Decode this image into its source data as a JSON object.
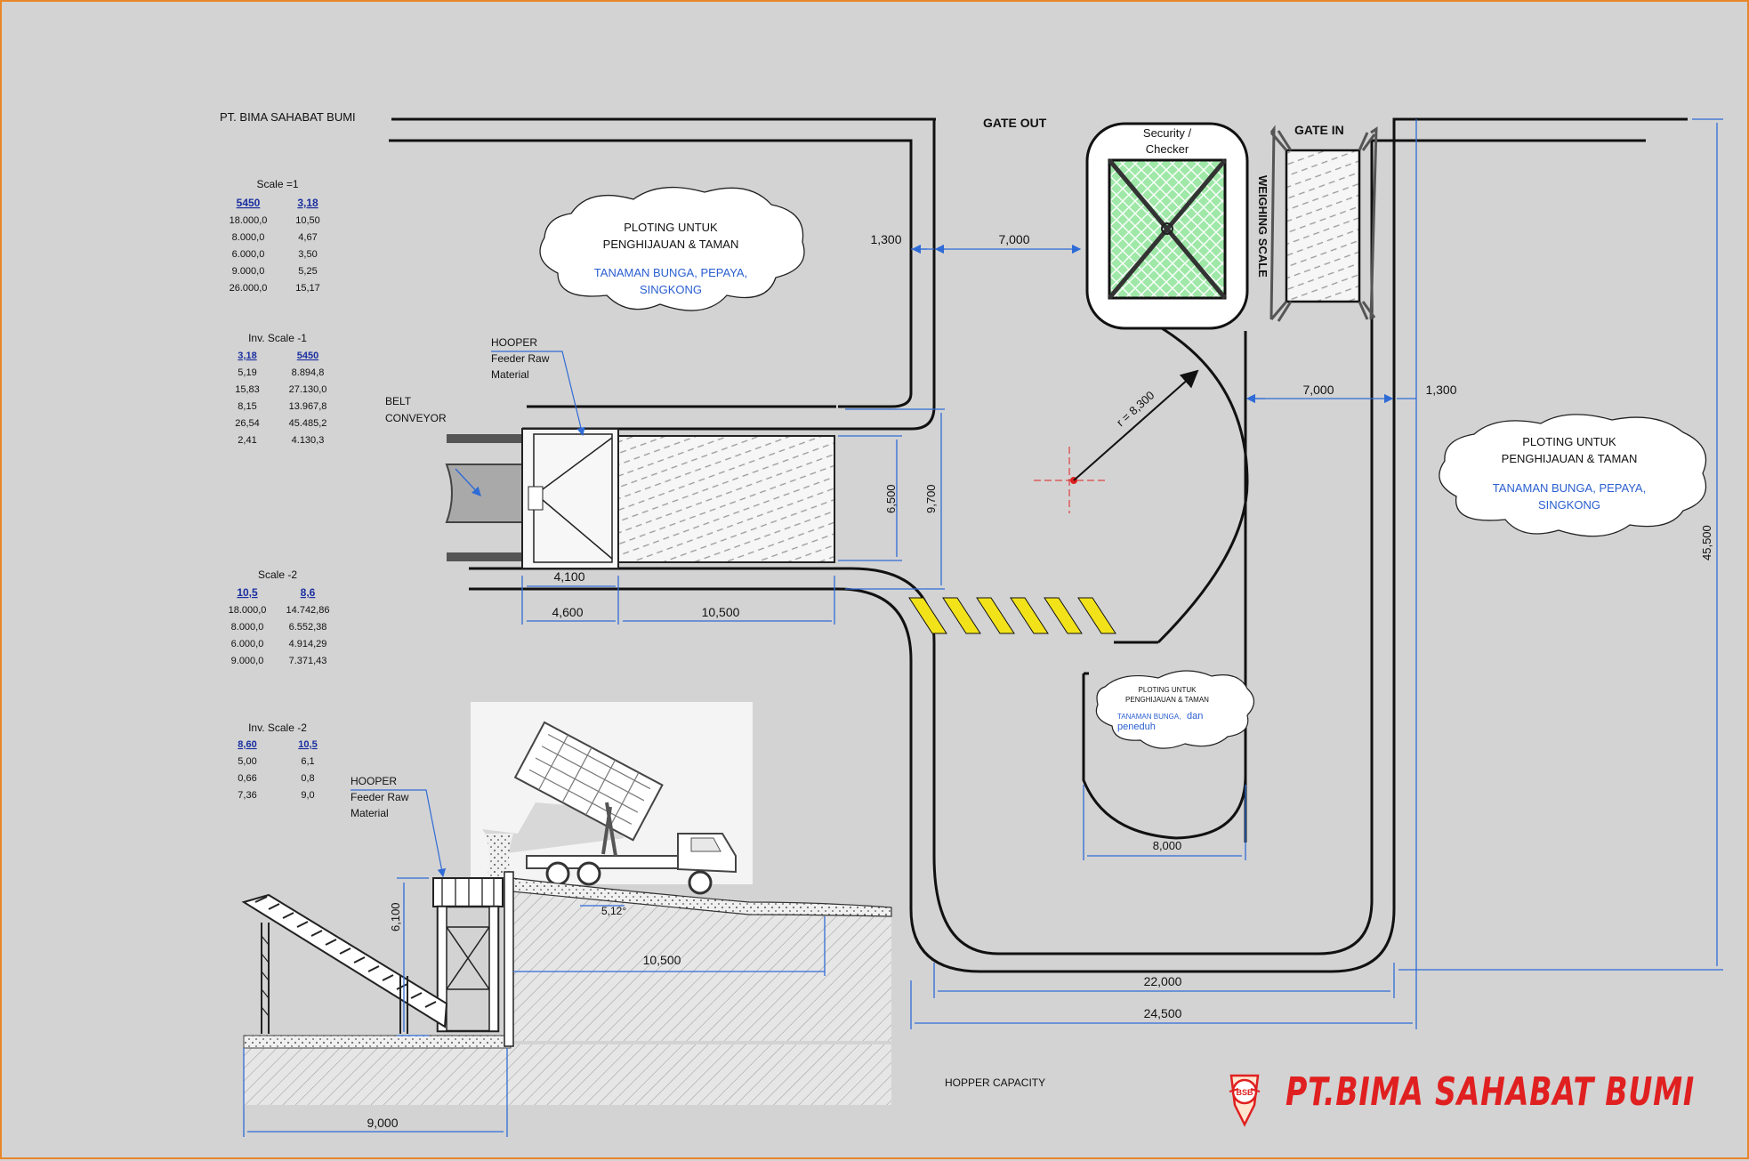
{
  "company_header": "PT. BIMA SAHABAT BUMI",
  "logo_text": "PT.BIMA SAHABAT BUMI",
  "logo_badge": "BSB",
  "footer_label": "HOPPER CAPACITY",
  "gates": {
    "out": "GATE OUT",
    "in": "GATE IN"
  },
  "security_label": [
    "Security /",
    "Checker"
  ],
  "weighing_label": "WEIGHING SCALE",
  "hopper_label": [
    "HOOPER",
    "Feeder Raw",
    "Material"
  ],
  "belt_label": [
    "BELT",
    "CONVEYOR"
  ],
  "radius_label": "r = 8,300",
  "angle_label": "5,12°",
  "clouds": [
    {
      "title": [
        "PLOTING UNTUK",
        "PENGHIJAUAN & TAMAN"
      ],
      "sub": [
        "TANAMAN BUNGA, PEPAYA,",
        "SINGKONG"
      ]
    },
    {
      "title": [
        "PLOTING UNTUK",
        "PENGHIJAUAN & TAMAN"
      ],
      "sub": [
        "TANAMAN BUNGA, PEPAYA,",
        "SINGKONG"
      ]
    },
    {
      "title": [
        "PLOTING UNTUK",
        "PENGHIJAUAN & TAMAN"
      ],
      "sub": [
        "TANAMAN BUNGA,",
        "dan",
        "peneduh"
      ]
    }
  ],
  "dimensions": {
    "d1300_top": "1,300",
    "d7000_top": "7,000",
    "d7000_mid": "7,000",
    "d1300_mid": "1,300",
    "d4100": "4,100",
    "d4600": "4,600",
    "d10500_plan": "10,500",
    "d6500": "6,500",
    "d9700": "9,700",
    "d8000": "8,000",
    "d22000": "22,000",
    "d24500": "24,500",
    "d45500": "45,500",
    "d6100": "6,100",
    "d10500_section": "10,500",
    "d9000": "9,000"
  },
  "scale_tables": [
    {
      "title": "Scale =1",
      "headers": [
        "5450",
        "3,18"
      ],
      "rows": [
        [
          "18.000,0",
          "10,50"
        ],
        [
          "8.000,0",
          "4,67"
        ],
        [
          "6.000,0",
          "3,50"
        ],
        [
          "9.000,0",
          "5,25"
        ],
        [
          "26.000,0",
          "15,17"
        ]
      ]
    },
    {
      "title": "Inv. Scale -1",
      "headers": [
        "3,18",
        "5450"
      ],
      "rows": [
        [
          "5,19",
          "8.894,8"
        ],
        [
          "15,83",
          "27.130,0"
        ],
        [
          "8,15",
          "13.967,8"
        ],
        [
          "26,54",
          "45.485,2"
        ],
        [
          "2,41",
          "4.130,3"
        ]
      ]
    },
    {
      "title": "Scale -2",
      "headers": [
        "10,5",
        "8,6"
      ],
      "rows": [
        [
          "18.000,0",
          "14.742,86"
        ],
        [
          "8.000,0",
          "6.552,38"
        ],
        [
          "6.000,0",
          "4.914,29"
        ],
        [
          "9.000,0",
          "7.371,43"
        ]
      ]
    },
    {
      "title": "Inv. Scale -2",
      "headers": [
        "8,60",
        "10,5"
      ],
      "rows": [
        [
          "5,00",
          "6,1"
        ],
        [
          "0,66",
          "0,8"
        ],
        [
          "7,36",
          "9,0"
        ]
      ]
    }
  ],
  "colors": {
    "border": "#e8862a",
    "background": "#d3d3d3",
    "dimension": "#2f6bd6",
    "logo": "#e02020",
    "grass": "#7ddc8a",
    "hazard": "#f2e21a"
  }
}
